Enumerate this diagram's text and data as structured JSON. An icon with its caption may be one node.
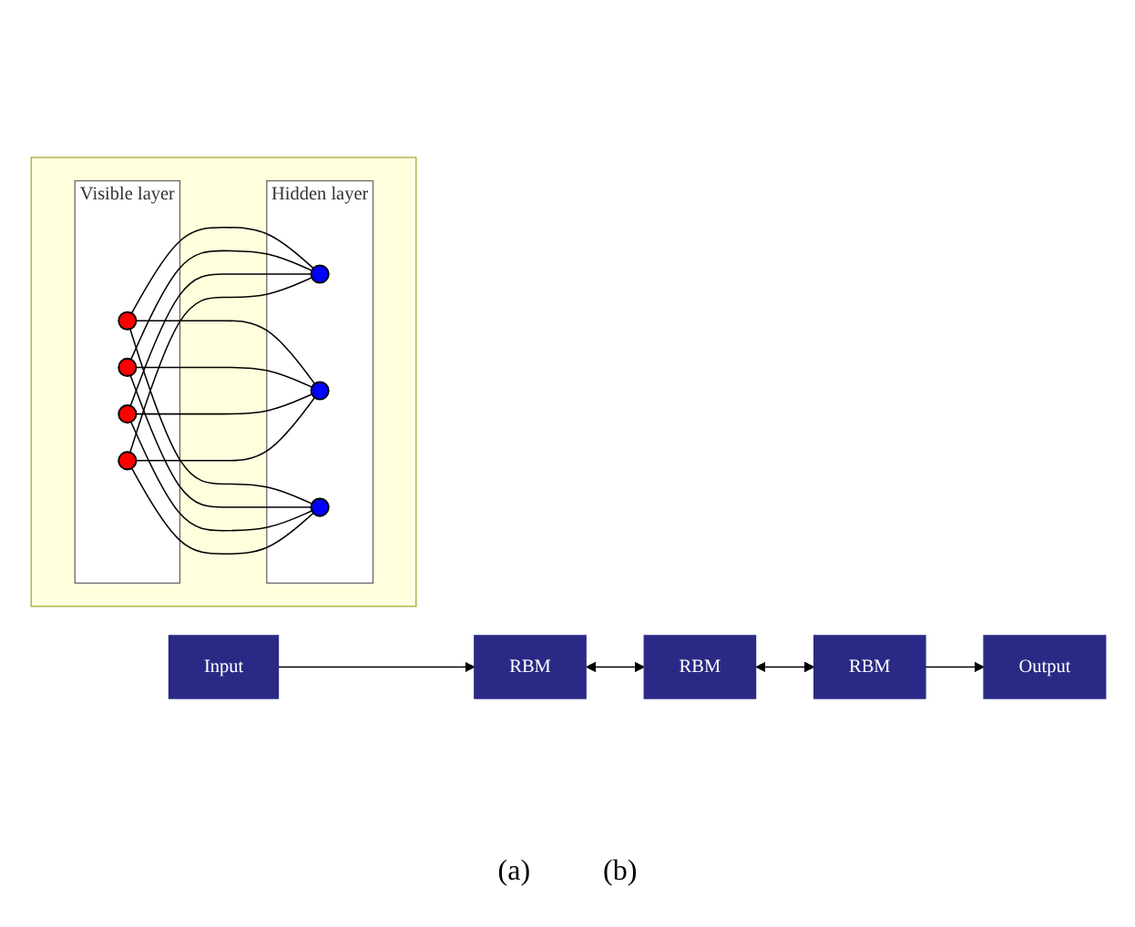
{
  "diagram": {
    "nodes": [
      {
        "text": [],
        "shape": "box"
      },
      {
        "text": [
          "Visible layer"
        ],
        "in": 0
      },
      {
        "text": [],
        "shape": "circle",
        "in": 1
      },
      {
        "text": [],
        "shape": "circle",
        "in": 1
      },
      {
        "text": [],
        "shape": "circle",
        "in": 1
      },
      {
        "text": [],
        "shape": "circle",
        "in": 1
      },
      {
        "text": [
          "Hidden layer"
        ],
        "in": 0
      },
      {
        "text": [],
        "shape": "circle",
        "in": 6
      },
      {
        "text": [],
        "shape": "circle",
        "in": 6
      },
      {
        "text": [],
        "shape": "circle",
        "in": 6
      },
      {
        "text": [
          "Input"
        ]
      },
      {
        "text": [
          "RBM"
        ]
      },
      {
        "text": [
          "RBM"
        ]
      },
      {
        "text": [
          "RBM"
        ]
      },
      {
        "text": [
          "Output"
        ]
      }
    ],
    "edges": [
      {
        "from": 2,
        "to": 7,
        "arrow": "none"
      },
      {
        "from": 2,
        "to": 8,
        "arrow": "none"
      },
      {
        "from": 2,
        "to": 9,
        "arrow": "none"
      },
      {
        "from": 3,
        "to": 7,
        "arrow": "none"
      },
      {
        "from": 3,
        "to": 8,
        "arrow": "none"
      },
      {
        "from": 3,
        "to": 9,
        "arrow": "none"
      },
      {
        "from": 4,
        "to": 7,
        "arrow": "none"
      },
      {
        "from": 4,
        "to": 8,
        "arrow": "none"
      },
      {
        "from": 4,
        "to": 9,
        "arrow": "none"
      },
      {
        "from": 5,
        "to": 7,
        "arrow": "none"
      },
      {
        "from": 5,
        "to": 8,
        "arrow": "none"
      },
      {
        "from": 5,
        "to": 9,
        "arrow": "none"
      },
      {
        "from": 10,
        "to": 11,
        "arrow": "to"
      },
      {
        "from": 11,
        "to": 12,
        "arrow": "both"
      },
      {
        "from": 12,
        "to": 13,
        "arrow": "both"
      },
      {
        "from": 13,
        "to": 14,
        "arrow": "to"
      }
    ],
    "labels": [
      "(a)",
      "(b)"
    ]
  }
}
